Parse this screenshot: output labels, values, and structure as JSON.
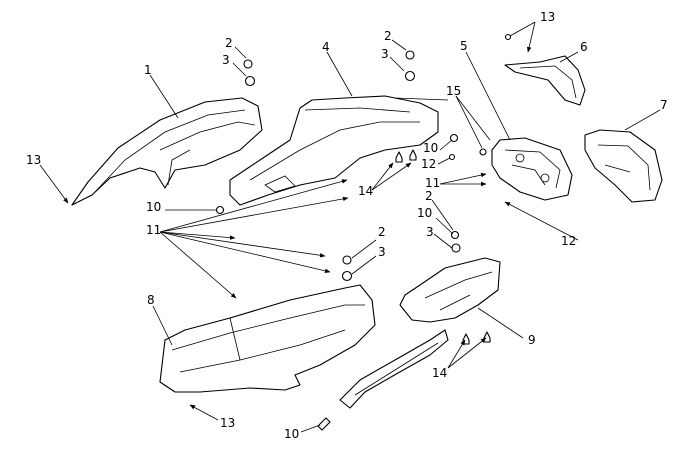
{
  "callouts": [
    {
      "id": "c1",
      "label": "1"
    },
    {
      "id": "c2a",
      "label": "2"
    },
    {
      "id": "c3a",
      "label": "3"
    },
    {
      "id": "c4",
      "label": "4"
    },
    {
      "id": "c2b",
      "label": "2"
    },
    {
      "id": "c3b",
      "label": "3"
    },
    {
      "id": "c5",
      "label": "5"
    },
    {
      "id": "c13a",
      "label": "13"
    },
    {
      "id": "c6",
      "label": "6"
    },
    {
      "id": "c7",
      "label": "7"
    },
    {
      "id": "c15",
      "label": "15"
    },
    {
      "id": "c13b",
      "label": "13"
    },
    {
      "id": "c10a",
      "label": "10"
    },
    {
      "id": "c12a",
      "label": "12"
    },
    {
      "id": "c14a",
      "label": "14"
    },
    {
      "id": "c11a",
      "label": "11"
    },
    {
      "id": "c2c",
      "label": "2"
    },
    {
      "id": "c10b",
      "label": "10"
    },
    {
      "id": "c11b",
      "label": "11"
    },
    {
      "id": "c10c",
      "label": "10"
    },
    {
      "id": "c3c",
      "label": "3"
    },
    {
      "id": "c12b",
      "label": "12"
    },
    {
      "id": "c2d",
      "label": "2"
    },
    {
      "id": "c3d",
      "label": "3"
    },
    {
      "id": "c8",
      "label": "8"
    },
    {
      "id": "c9",
      "label": "9"
    },
    {
      "id": "c14b",
      "label": "14"
    },
    {
      "id": "c13c",
      "label": "13"
    },
    {
      "id": "c10d",
      "label": "10"
    }
  ]
}
